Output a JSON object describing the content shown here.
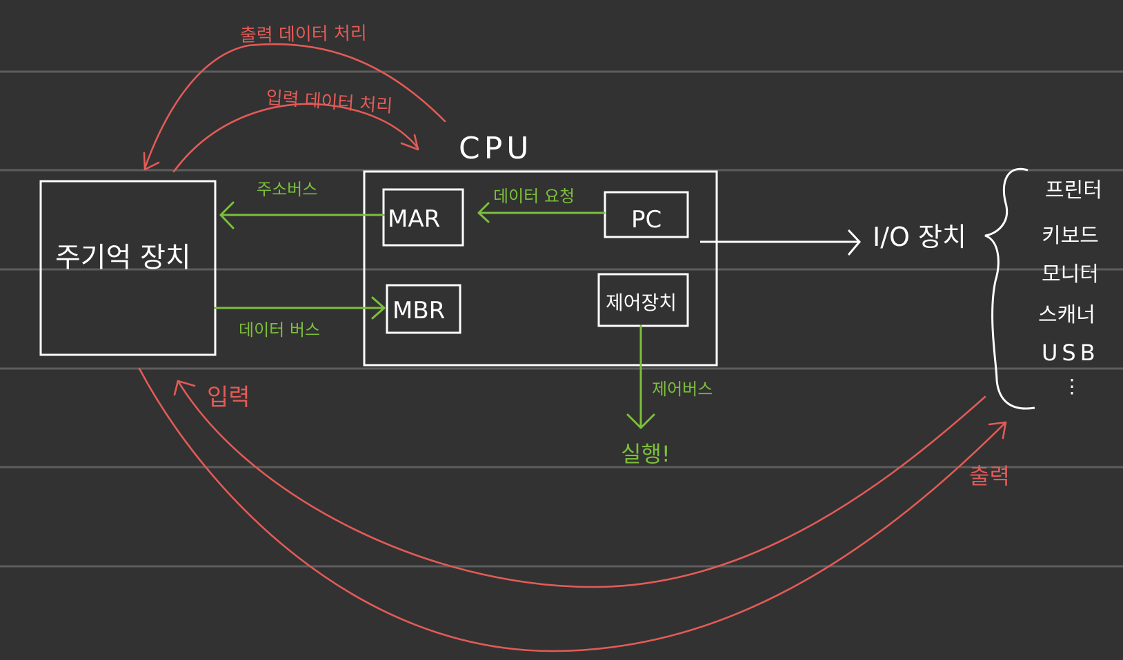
{
  "colors": {
    "background": "#323232",
    "chalk": "#ffffff",
    "bus": "#7cbf3c",
    "flow": "#e35b57",
    "rule": "#5d5d5d"
  },
  "main_memory": {
    "label": "주기억 장치"
  },
  "cpu": {
    "title": "CPU",
    "mar": "MAR",
    "mbr": "MBR",
    "pc": "PC",
    "control_unit": "제어장치"
  },
  "buses": {
    "address_bus": "주소버스",
    "data_bus": "데이터 버스",
    "data_request": "데이터 요청",
    "control_bus": "제어버스",
    "execute": "실행!"
  },
  "flows": {
    "output_processing": "출력 데이터 처리",
    "input_processing": "입력 데이터 처리",
    "input": "입력",
    "output": "출력"
  },
  "io": {
    "label": "I/O 장치",
    "devices": [
      "프린터",
      "키보드",
      "모니터",
      "스캐너",
      "USB",
      "⋮"
    ]
  }
}
